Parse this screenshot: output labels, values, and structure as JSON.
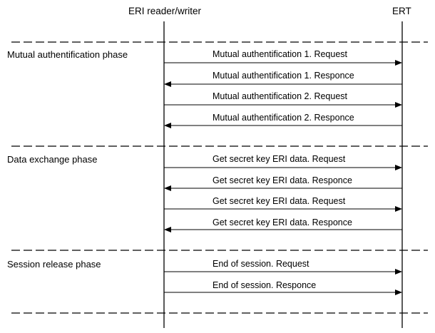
{
  "participants": {
    "left": "ERI reader/writer",
    "right": "ERT"
  },
  "phases": [
    {
      "label": "Mutual authentification phase",
      "messages": [
        {
          "label": "Mutual authentification 1. Request",
          "direction": "right"
        },
        {
          "label": "Mutual authentification 1. Responce",
          "direction": "left"
        },
        {
          "label": "Mutual authentification 2. Request",
          "direction": "right"
        },
        {
          "label": "Mutual authentification 2. Responce",
          "direction": "left"
        }
      ]
    },
    {
      "label": "Data exchange phase",
      "messages": [
        {
          "label": "Get secret key ERI data. Request",
          "direction": "right"
        },
        {
          "label": "Get secret key ERI data. Responce",
          "direction": "left"
        },
        {
          "label": "Get secret key ERI data. Request",
          "direction": "right"
        },
        {
          "label": "Get secret key ERI data. Responce",
          "direction": "left"
        }
      ]
    },
    {
      "label": "Session release phase",
      "messages": [
        {
          "label": "End of session. Request",
          "direction": "right"
        },
        {
          "label": "End of session. Responce",
          "direction": "right"
        }
      ]
    }
  ]
}
